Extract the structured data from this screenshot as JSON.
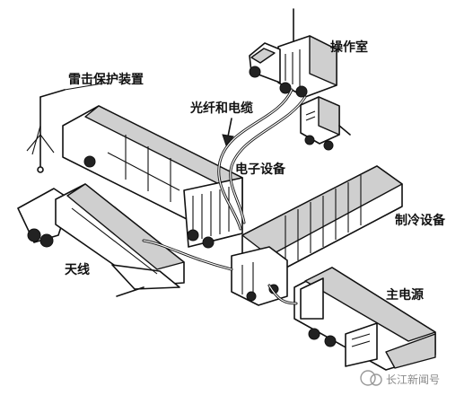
{
  "labels": {
    "control_room": "操作室",
    "lightning_protection": "雷击保护装置",
    "fiber_and_cable": "光纤和电缆",
    "electronic_equipment": "电子设备",
    "cooling_equipment": "制冷设备",
    "antenna": "天线",
    "main_power": "主电源"
  },
  "watermark": "长江新闻号"
}
